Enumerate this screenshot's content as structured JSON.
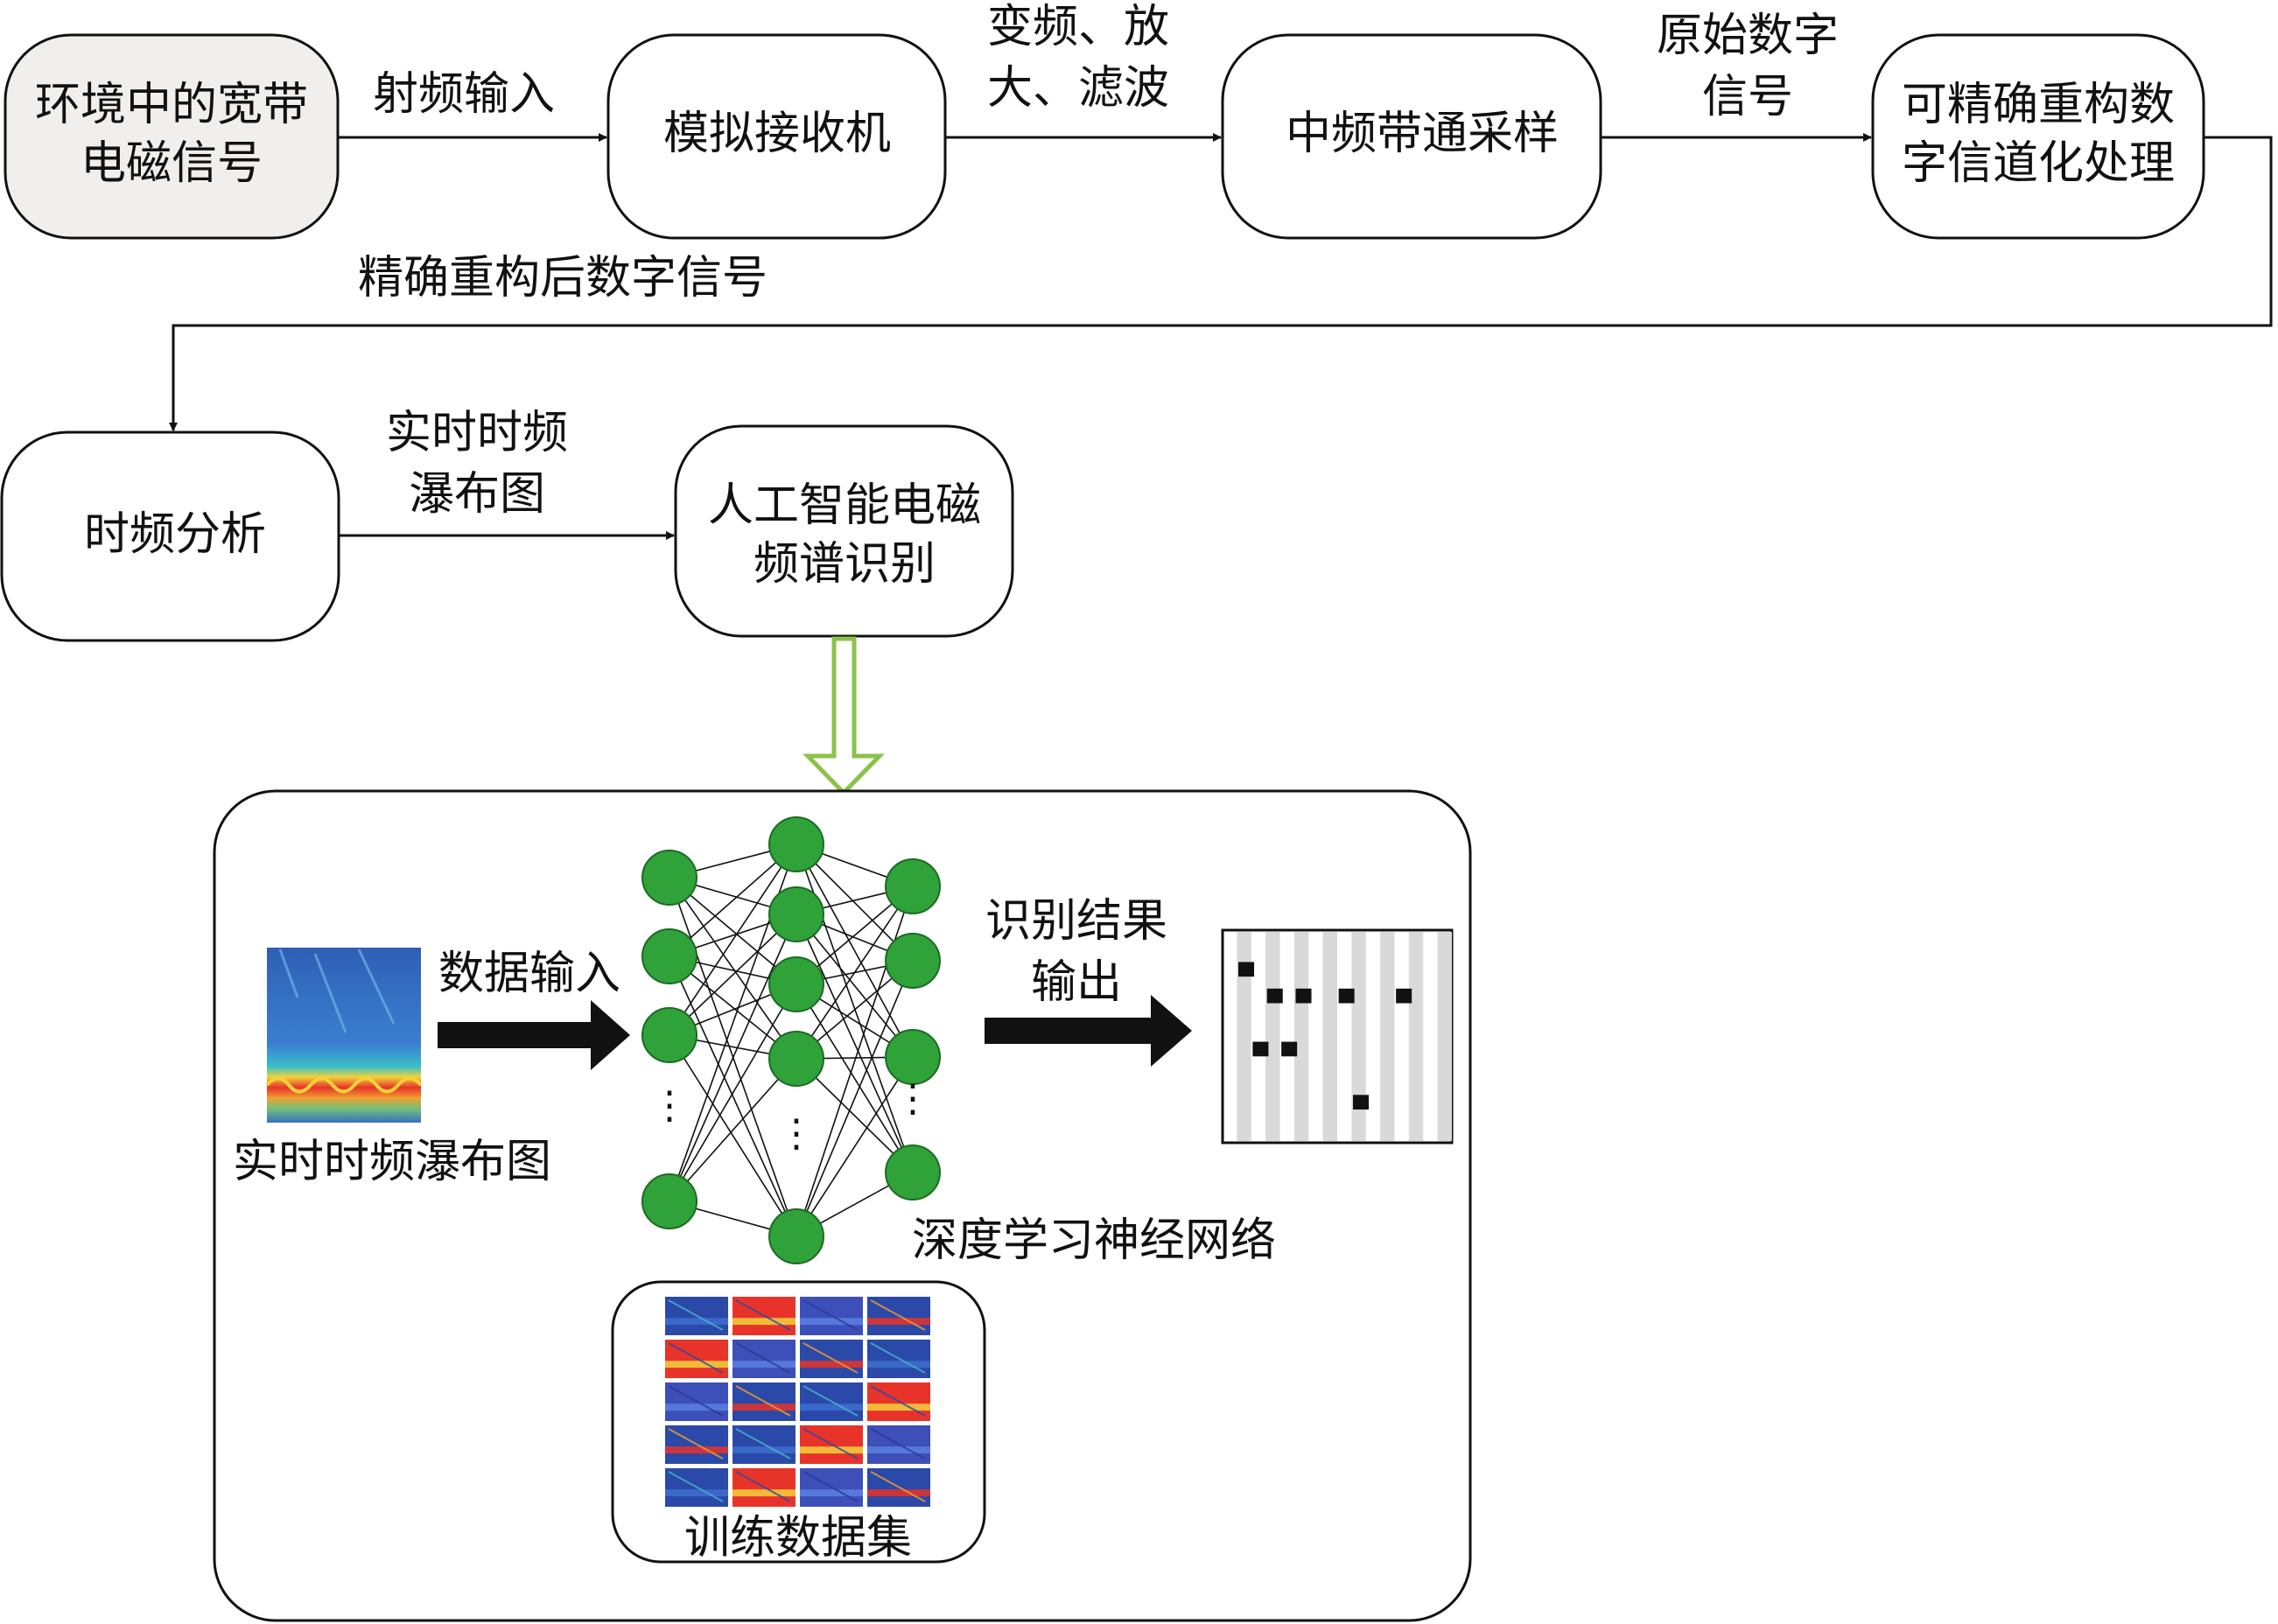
{
  "nodes": {
    "env_signal": [
      "环境中的宽带",
      "电磁信号"
    ],
    "analog_receiver": [
      "模拟接收机"
    ],
    "if_sampling": [
      "中频带通采样"
    ],
    "channelization": [
      "可精确重构数",
      "字信道化处理"
    ],
    "tf_analysis": [
      "时频分析"
    ],
    "ai_recognition": [
      "人工智能电磁",
      "频谱识别"
    ]
  },
  "edges": {
    "rf_input": [
      "射频输入"
    ],
    "convert_amp_filter": [
      "变频、放",
      "大、滤波"
    ],
    "raw_digital": [
      "原始数字",
      "信号"
    ],
    "reconstructed": [
      "精确重构后数字信号"
    ],
    "waterfall": [
      "实时时频",
      "瀑布图"
    ]
  },
  "detail": {
    "waterfall_caption": "实时时频瀑布图",
    "data_input": "数据输入",
    "result_output": [
      "识别结果",
      "输出"
    ],
    "network_caption": "深度学习神经网络",
    "training_caption": "训练数据集",
    "ellipsis": "⋮"
  },
  "colors": {
    "node_fill_env": "#f1efed",
    "neuron": "#2fa23a",
    "neuron_stroke": "#1c6b22",
    "green_arrow": "#8cc24a",
    "result_stripe": "#d9d9d9"
  },
  "result_grid": {
    "columns": 16,
    "rows": 8,
    "filled": [
      [
        1,
        1
      ],
      [
        3,
        2
      ],
      [
        5,
        2
      ],
      [
        8,
        2
      ],
      [
        12,
        2
      ],
      [
        2,
        4
      ],
      [
        4,
        4
      ],
      [
        9,
        6
      ]
    ]
  }
}
